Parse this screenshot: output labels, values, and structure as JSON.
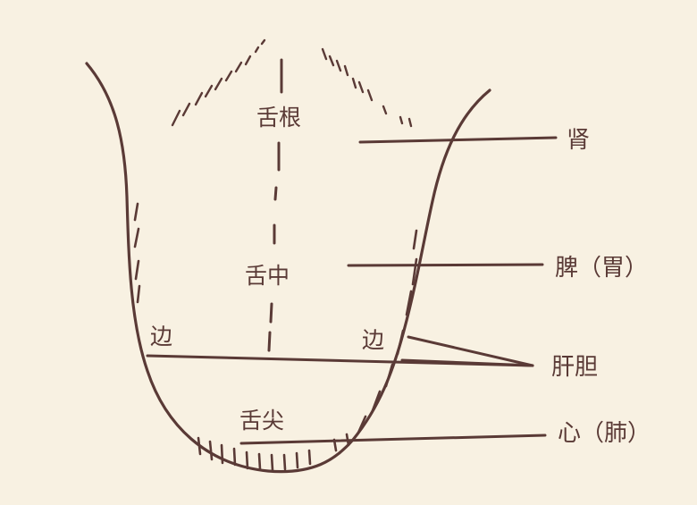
{
  "labels": {
    "root": "舌根",
    "middle": "舌中",
    "edge_left": "边",
    "edge_right": "边",
    "tip": "舌尖",
    "kidney": "肾",
    "spleen_stomach": "脾（胃）",
    "liver_gallbladder": "肝胆",
    "heart_lung": "心（肺）"
  },
  "colors": {
    "ink": "#5a3a36",
    "background": "#f8f1e2"
  }
}
